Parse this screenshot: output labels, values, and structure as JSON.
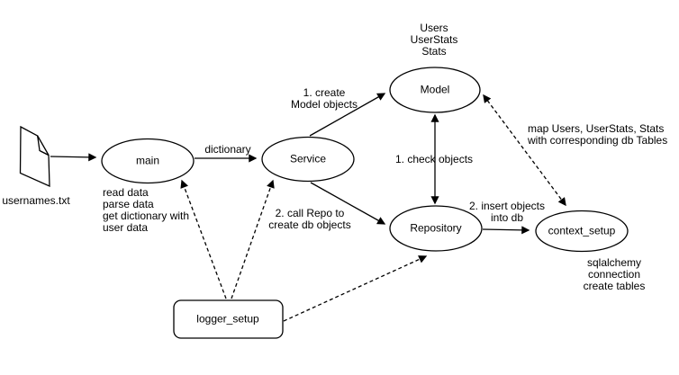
{
  "diagram": {
    "colors": {
      "background": "#ffffff",
      "stroke": "#000000",
      "text": "#000000"
    },
    "nodes": {
      "usernames_file": {
        "label": "usernames.txt",
        "shape": "document-icon"
      },
      "main": {
        "label": "main",
        "shape": "ellipse"
      },
      "service": {
        "label": "Service",
        "shape": "ellipse"
      },
      "model": {
        "label": "Model",
        "shape": "ellipse"
      },
      "repository": {
        "label": "Repository",
        "shape": "ellipse"
      },
      "context_setup": {
        "label": "context_setup",
        "shape": "ellipse"
      },
      "logger_setup": {
        "label": "logger_setup",
        "shape": "rounded-rectangle"
      }
    },
    "edge_labels": {
      "dictionary": "dictionary",
      "create_model": "1. create\nModel objects",
      "check_objects": "1. check objects",
      "insert_objects": "2. insert objects\ninto db",
      "call_repo": "2. call Repo to\ncreate db objects",
      "map_tables": "map Users, UserStats, Stats\nwith corresponding db Tables"
    },
    "notes": {
      "model_classes": "Users\nUserStats\nStats",
      "main_notes": "read data\nparse data\nget dictionary with\nuser data",
      "context_notes": "sqlalchemy\nconnection\ncreate tables"
    },
    "edges": [
      {
        "from": "usernames_file",
        "to": "main",
        "style": "solid-arrow"
      },
      {
        "from": "main",
        "to": "service",
        "style": "solid-arrow",
        "label": "dictionary"
      },
      {
        "from": "service",
        "to": "model",
        "style": "solid-arrow",
        "label": "1. create Model objects"
      },
      {
        "from": "service",
        "to": "repository",
        "style": "solid-arrow",
        "label": "2. call Repo to create db objects"
      },
      {
        "from": "model",
        "to": "repository",
        "style": "solid-double-arrow",
        "label": "1. check objects"
      },
      {
        "from": "repository",
        "to": "context_setup",
        "style": "solid-arrow",
        "label": "2. insert objects into db"
      },
      {
        "from": "model",
        "to": "context_setup",
        "style": "dashed-double-arrow",
        "label": "map Users, UserStats, Stats with corresponding db Tables"
      },
      {
        "from": "logger_setup",
        "to": "main",
        "style": "dashed-arrow"
      },
      {
        "from": "logger_setup",
        "to": "service",
        "style": "dashed-arrow"
      },
      {
        "from": "logger_setup",
        "to": "repository",
        "style": "dashed-arrow"
      }
    ]
  }
}
